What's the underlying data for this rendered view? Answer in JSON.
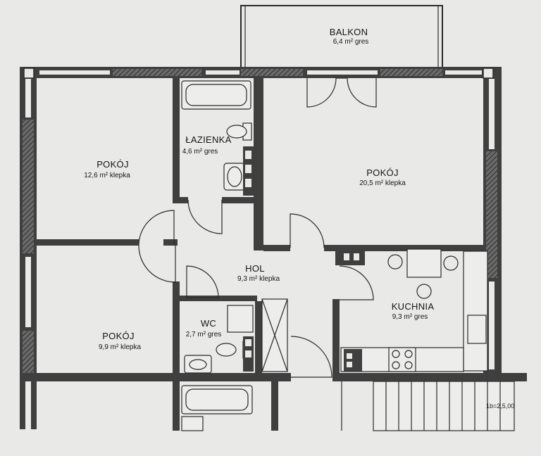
{
  "rooms": {
    "balkon": {
      "name": "BALKON",
      "area": "6,4 m² gres"
    },
    "lazienka": {
      "name": "ŁAZIENKA",
      "area": "4,6 m² gres"
    },
    "pokoj_a": {
      "name": "POKÓJ",
      "area": "12,6 m² klepka"
    },
    "pokoj_b": {
      "name": "POKÓJ",
      "area": "20,5 m² klepka"
    },
    "hol": {
      "name": "HOL",
      "area": "9,3 m² klepka"
    },
    "kuchnia": {
      "name": "KUCHNIA",
      "area": "9,3 m² gres"
    },
    "wc": {
      "name": "WC",
      "area": "2,7 m² gres"
    },
    "pokoj_c": {
      "name": "POKÓJ",
      "area": "9,9 m² klepka"
    }
  },
  "scale_note": "1b=2,5,00"
}
